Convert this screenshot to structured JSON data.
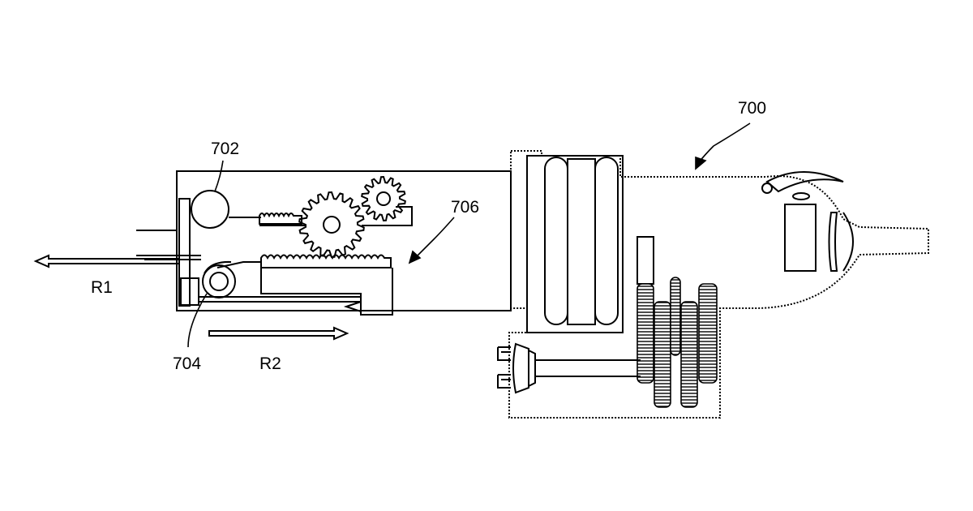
{
  "figure": {
    "labels": {
      "device": "700",
      "motor": "702",
      "pulley": "704",
      "rack_assembly": "706",
      "direction_1": "R1",
      "direction_2": "R2"
    },
    "colors": {
      "ink": "#000000",
      "paper": "#ffffff"
    }
  }
}
